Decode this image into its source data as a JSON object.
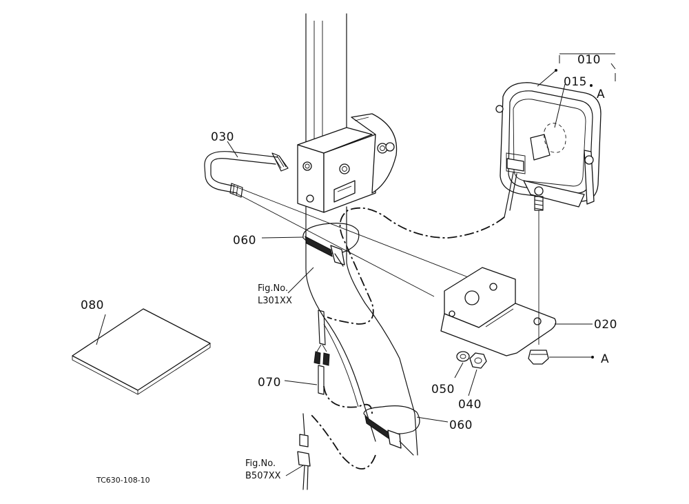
{
  "diagram": {
    "code": "TC630-108-10",
    "parts": {
      "p010": "010",
      "p015": "015",
      "p020": "020",
      "p030": "030",
      "p040": "040",
      "p050": "050",
      "p060a": "060",
      "p060b": "060",
      "p070": "070",
      "p080": "080"
    },
    "markers": {
      "a_top": "A",
      "a_right": "A"
    },
    "refs": {
      "fig1_label": "Fig.No.",
      "fig1_number": "L301XX",
      "fig2_label": "Fig.No.",
      "fig2_number": "B507XX"
    }
  }
}
